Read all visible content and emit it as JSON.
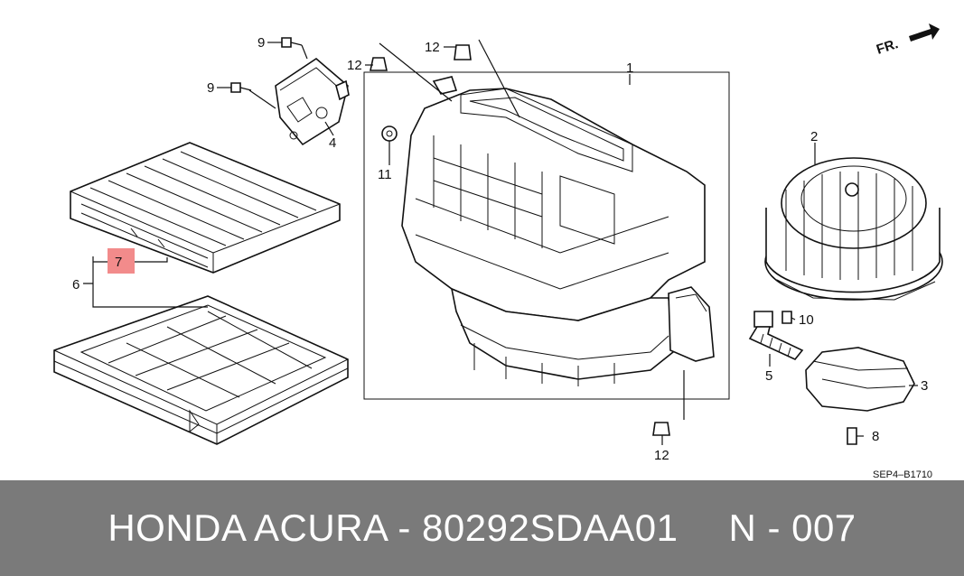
{
  "diagram": {
    "direction_label": "FR.",
    "diagram_code": "SEP4–B1710",
    "callouts": {
      "c1": "1",
      "c2": "2",
      "c3": "3",
      "c4": "4",
      "c5": "5",
      "c6": "6",
      "c7": "7",
      "c8": "8",
      "c9a": "9",
      "c9b": "9",
      "c10": "10",
      "c11": "11",
      "c12a": "12",
      "c12b": "12",
      "c12c": "12"
    },
    "highlight_color": "#f28b8b"
  },
  "footer": {
    "part_text": "HONDA ACURA - 80292SDAA01",
    "page_ref": "N - 007",
    "background": "#7a7a7a"
  }
}
